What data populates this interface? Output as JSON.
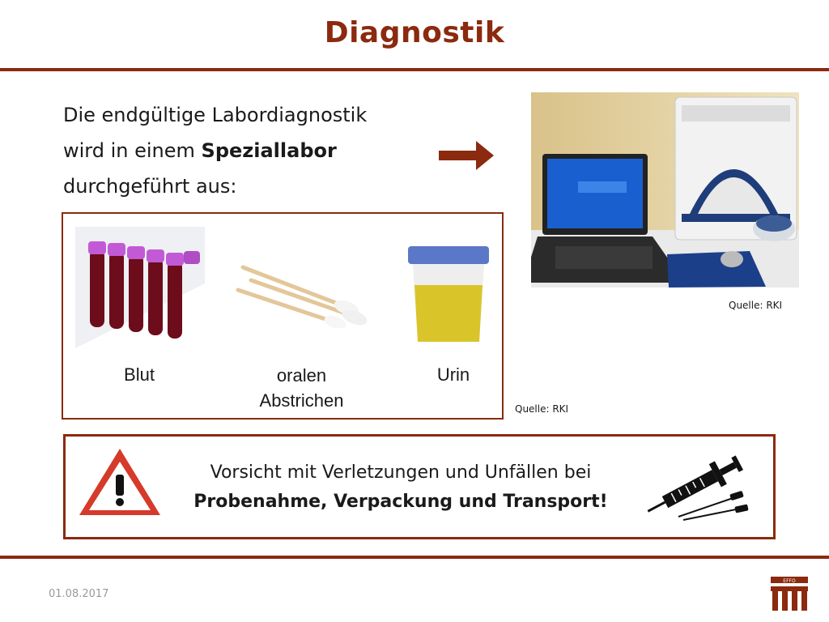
{
  "slide": {
    "title": "Diagnostik",
    "intro": {
      "line1": "Die endgültige Labordiagnostik",
      "line2_prefix": "wird in einem ",
      "line2_bold": "Speziallabor",
      "line3": "durchgeführt aus:"
    },
    "samples": [
      {
        "label": "Blut",
        "icon": "blood-tubes-icon"
      },
      {
        "label": "oralen Abstrichen",
        "icon": "swabs-icon"
      },
      {
        "label": "Urin",
        "icon": "urine-cup-icon"
      }
    ],
    "sample_source": "Quelle: RKI",
    "photo_source": "Quelle: RKI",
    "warning": {
      "line1": "Vorsicht mit Verletzungen und Unfällen bei",
      "line2": "Probenahme, Verpackung und Transport!"
    },
    "date": "01.08.2017",
    "logo_text": "EFFO"
  },
  "colors": {
    "accent": "#8b2a0e",
    "text": "#1a1a1a",
    "muted": "#9a9a9a"
  }
}
